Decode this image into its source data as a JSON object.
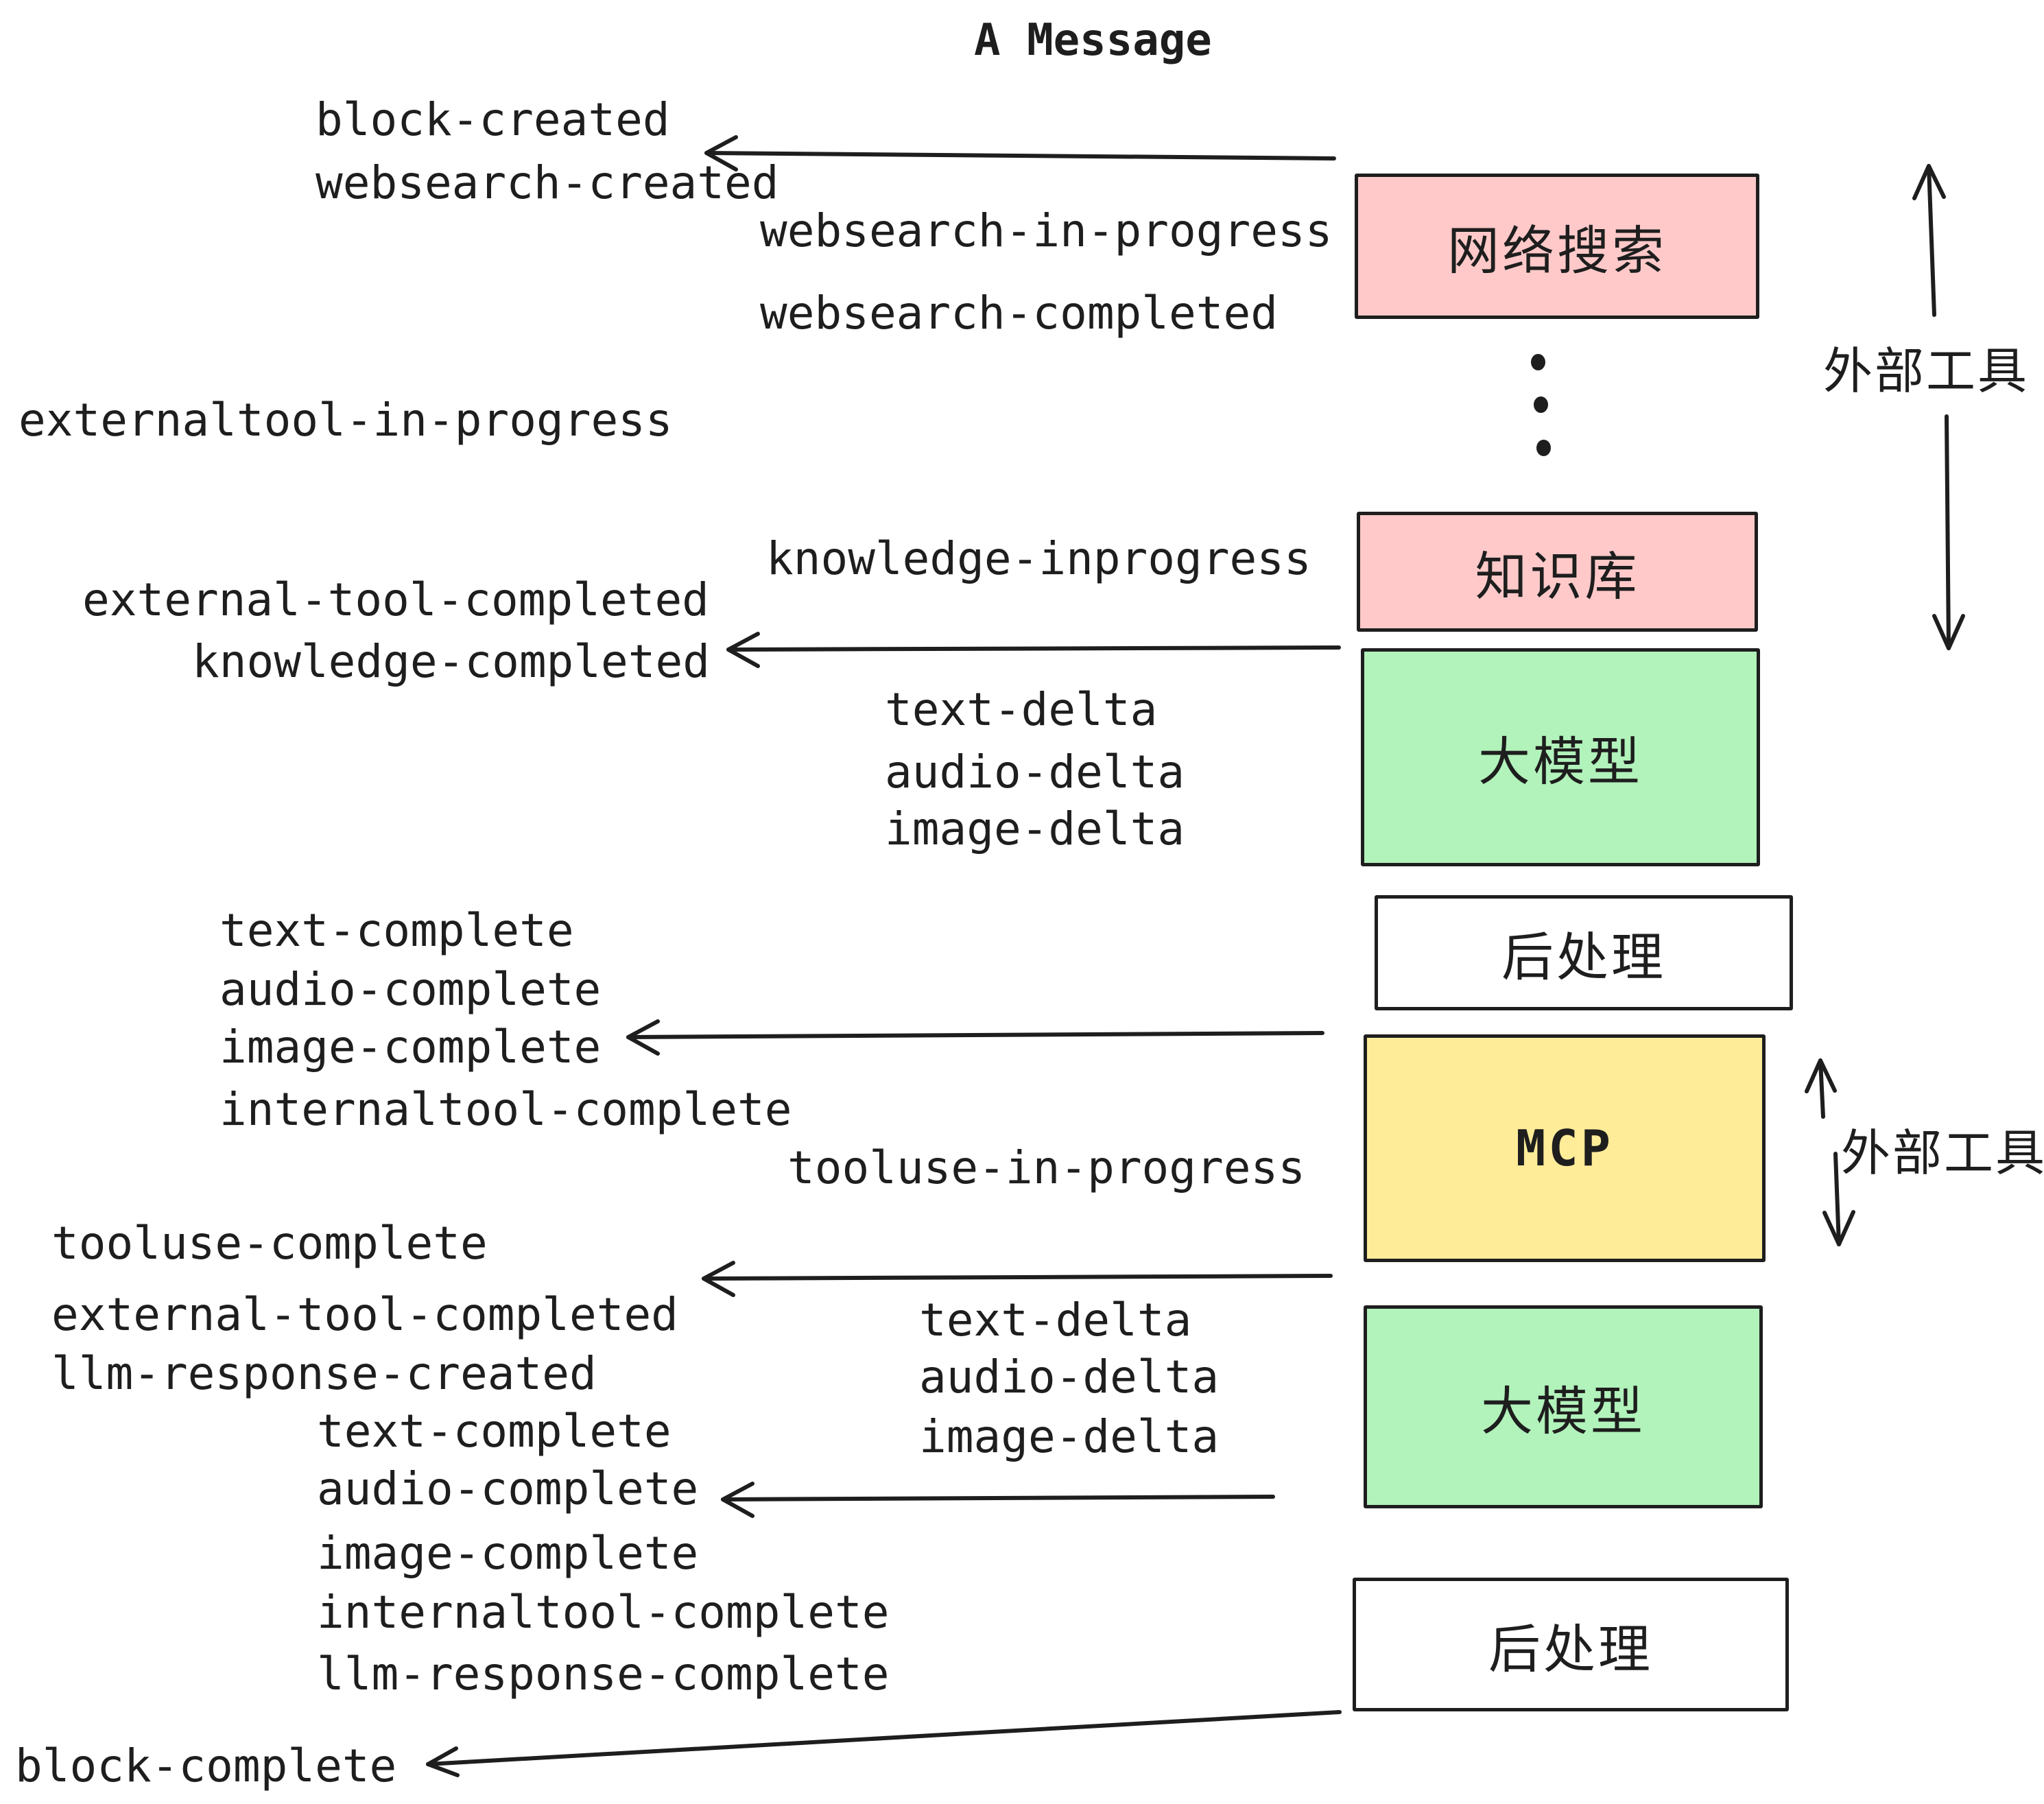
{
  "title": "A Message",
  "colors": {
    "stroke": "#1e1e1e",
    "pink_fill": "#ffc9c9",
    "green_fill": "#b2f2bb",
    "yellow_fill": "#ffec99",
    "white_fill": "#ffffff",
    "background": "#ffffff"
  },
  "boxes": [
    {
      "id": "websearch",
      "label": "网络搜索",
      "color": "#ffc9c9"
    },
    {
      "id": "knowledge",
      "label": "知识库",
      "color": "#ffc9c9"
    },
    {
      "id": "llm-1",
      "label": "大模型",
      "color": "#b2f2bb"
    },
    {
      "id": "postprocess-1",
      "label": "后处理",
      "color": "#ffffff"
    },
    {
      "id": "mcp",
      "label": "MCP",
      "color": "#ffec99"
    },
    {
      "id": "llm-2",
      "label": "大模型",
      "color": "#b2f2bb"
    },
    {
      "id": "postprocess-2",
      "label": "后处理",
      "color": "#ffffff"
    }
  ],
  "side_labels": {
    "external_tools_top": "外部工具",
    "external_tools_bottom": "外部工具"
  },
  "events": {
    "block_created": "block-created",
    "websearch_created": "websearch-created",
    "websearch_in_progress": "websearch-in-progress",
    "websearch_completed": "websearch-completed",
    "externaltool_in_progress": "externaltool-in-progress",
    "knowledge_inprogress": "knowledge-inprogress",
    "external_tool_completed_1": "external-tool-completed",
    "knowledge_completed": "knowledge-completed",
    "text_delta_1": "text-delta",
    "audio_delta_1": "audio-delta",
    "image_delta_1": "image-delta",
    "text_complete_1": "text-complete",
    "audio_complete_1": "audio-complete",
    "image_complete_1": "image-complete",
    "internaltool_complete_1": "internaltool-complete",
    "tooluse_in_progress": "tooluse-in-progress",
    "tooluse_complete": "tooluse-complete",
    "external_tool_completed_2": "external-tool-completed",
    "llm_response_created": "llm-response-created",
    "text_delta_2": "text-delta",
    "audio_delta_2": "audio-delta",
    "image_delta_2": "image-delta",
    "text_complete_2": "text-complete",
    "audio_complete_2": "audio-complete",
    "image_complete_2": "image-complete",
    "internaltool_complete_2": "internaltool-complete",
    "llm_response_complete": "llm-response-complete",
    "block_complete": "block-complete"
  },
  "ellipsis_dot_count": 3
}
